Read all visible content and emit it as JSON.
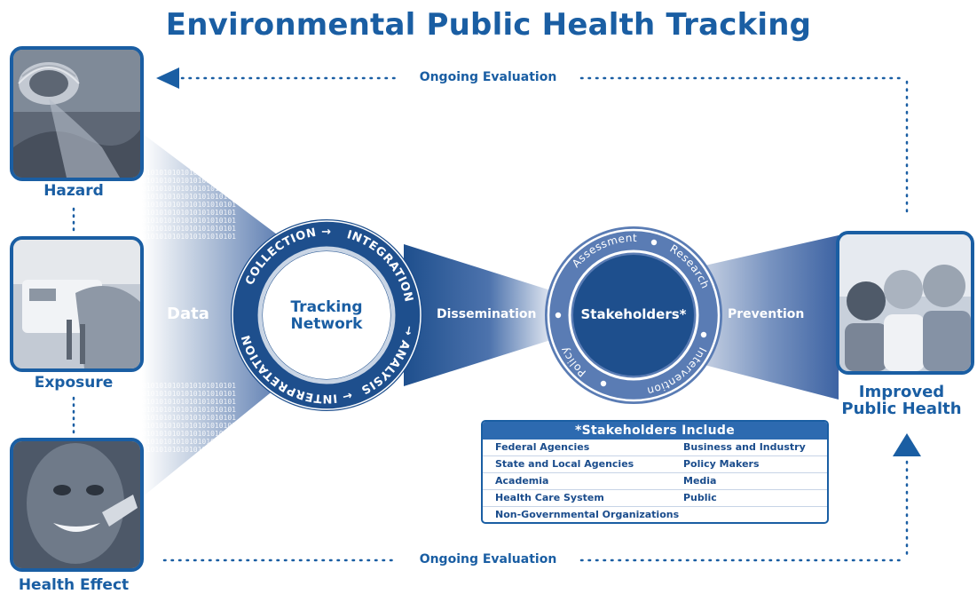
{
  "title": "Environmental Public Health Tracking",
  "photos": {
    "hazard": {
      "label": "Hazard"
    },
    "exposure": {
      "label": "Exposure"
    },
    "health_effect": {
      "label": "Health Effect"
    },
    "improved": {
      "label_line1": "Improved",
      "label_line2": "Public Health"
    }
  },
  "evaluation": {
    "top": "Ongoing Evaluation",
    "bottom": "Ongoing Evaluation"
  },
  "flow": {
    "data": "Data",
    "dissemination": "Dissemination",
    "prevention": "Prevention",
    "binary_text": "0101010101010101010101"
  },
  "tracking_ring": {
    "center_line1": "Tracking",
    "center_line2": "Network",
    "collection": "COLLECTION →",
    "integration": "INTEGRATION",
    "analysis": "→ ANALYSIS",
    "interpretation": "← INTERPRETATION"
  },
  "stakeholder_ring": {
    "center": "Stakeholders*",
    "assessment": "Assessment",
    "research": "Research",
    "intervention": "Intervention",
    "policy": "Policy"
  },
  "stakeholders_table": {
    "header": "*Stakeholders Include",
    "rows": [
      [
        "Federal Agencies",
        "Business and Industry"
      ],
      [
        "State and Local Agencies",
        "Policy Makers"
      ],
      [
        "Academia",
        "Media"
      ],
      [
        "Health Care System",
        "Public"
      ],
      [
        "Non-Governmental Organizations",
        ""
      ]
    ]
  },
  "colors": {
    "primary": "#1a5ea3",
    "dark": "#1e4f8d",
    "light": "#c9d5e5"
  }
}
